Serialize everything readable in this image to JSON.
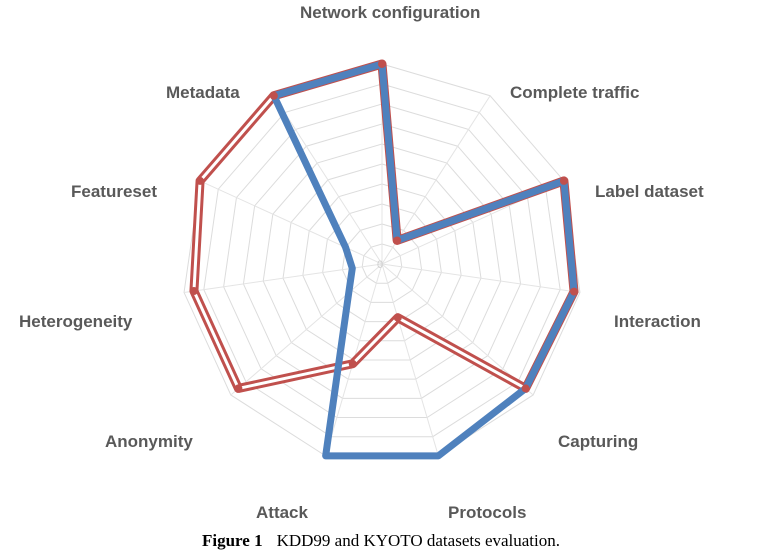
{
  "chart_data": {
    "type": "radar",
    "axes": [
      "Network configuration",
      "Complete traffic",
      "Label dataset",
      "Interaction",
      "Capturing",
      "Protocols",
      "Attack",
      "Anonymity",
      "Heterogeneity",
      "Featureset",
      "Metadata"
    ],
    "rmax": 10,
    "rings": 10,
    "center_label": "0",
    "series": [
      {
        "key": "kyoto",
        "color": "#c0504d",
        "style": "double-outline",
        "values": [
          10,
          1.4,
          10,
          9.7,
          9.5,
          2.8,
          5.2,
          9.5,
          9.5,
          10,
          10
        ]
      },
      {
        "key": "kdd99",
        "color": "#4f81bd",
        "style": "thick",
        "values": [
          10,
          1.4,
          10,
          9.7,
          9.5,
          10,
          10,
          2.2,
          1.5,
          2.0,
          10
        ]
      }
    ]
  },
  "caption": {
    "label": "Figure 1",
    "text": "KDD99 and KYOTO datasets evaluation."
  }
}
